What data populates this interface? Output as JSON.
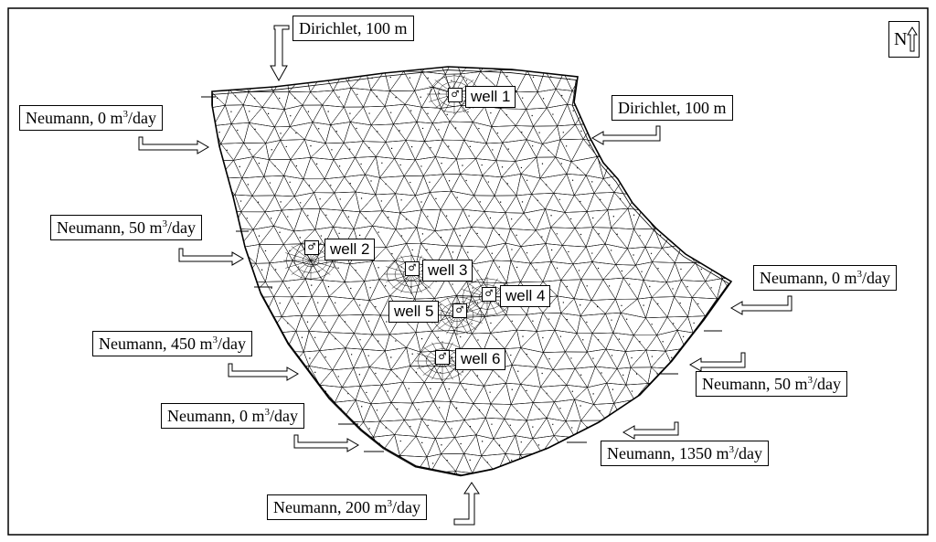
{
  "north": {
    "label": "N"
  },
  "boundary_labels": [
    {
      "id": "dirichlet-top",
      "type": "Dirichlet",
      "value": "100 m"
    },
    {
      "id": "dirichlet-right",
      "type": "Dirichlet",
      "value": "100 m"
    },
    {
      "id": "neumann-top-left",
      "type": "Neumann",
      "value": "0 m",
      "exponent": "3",
      "unit_tail": "/day"
    },
    {
      "id": "neumann-left-50",
      "type": "Neumann",
      "value": "50 m",
      "exponent": "3",
      "unit_tail": "/day"
    },
    {
      "id": "neumann-right-0",
      "type": "Neumann",
      "value": "0 m",
      "exponent": "3",
      "unit_tail": "/day"
    },
    {
      "id": "neumann-left-450",
      "type": "Neumann",
      "value": "450 m",
      "exponent": "3",
      "unit_tail": "/day"
    },
    {
      "id": "neumann-right-50",
      "type": "Neumann",
      "value": "50 m",
      "exponent": "3",
      "unit_tail": "/day"
    },
    {
      "id": "neumann-bottom-left-0",
      "type": "Neumann",
      "value": "0 m",
      "exponent": "3",
      "unit_tail": "/day"
    },
    {
      "id": "neumann-bottom-right-1350",
      "type": "Neumann",
      "value": "1350 m",
      "exponent": "3",
      "unit_tail": "/day"
    },
    {
      "id": "neumann-bottom-200",
      "type": "Neumann",
      "value": "200 m",
      "exponent": "3",
      "unit_tail": "/day"
    }
  ],
  "wells": [
    {
      "id": "well1",
      "label": "well 1"
    },
    {
      "id": "well2",
      "label": "well 2"
    },
    {
      "id": "well3",
      "label": "well 3"
    },
    {
      "id": "well4",
      "label": "well 4"
    },
    {
      "id": "well5",
      "label": "well 5"
    },
    {
      "id": "well6",
      "label": "well 6"
    }
  ],
  "well_icon_glyph": "♂"
}
